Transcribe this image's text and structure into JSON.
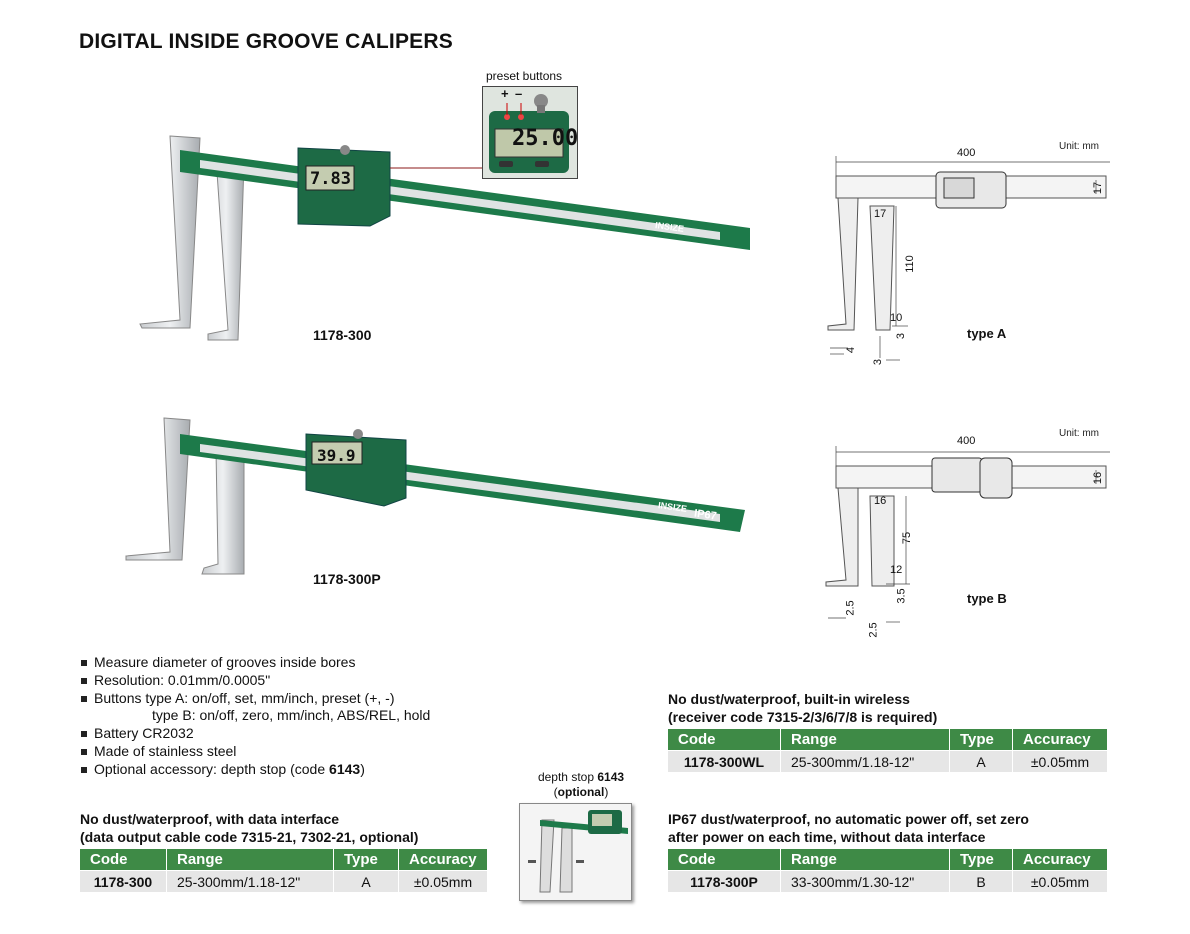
{
  "title": "DIGITAL INSIDE GROOVE CALIPERS",
  "preset_label": "preset buttons",
  "preset_plus": "+",
  "preset_minus": "–",
  "zoom_display": "25.00",
  "display_a": "7.83",
  "display_b": "39.9",
  "brand": "INSIZE",
  "ip67": "IP67",
  "model_a": "1178-300",
  "model_b": "1178-300P",
  "type_a_label": "type A",
  "type_b_label": "type B",
  "unit_a": "Unit: mm",
  "unit_b": "Unit: mm",
  "dims_a": {
    "length": "400",
    "jaw": "17",
    "depth": "110",
    "thick": "17",
    "tip": "10",
    "tip_h": "3",
    "t1": "4",
    "t2": "3"
  },
  "dims_b": {
    "length": "400",
    "jaw": "16",
    "depth": "75",
    "thick": "16",
    "tip": "12",
    "tip_h": "3.5",
    "t1": "2.5",
    "t2": "2.5"
  },
  "features": [
    "Measure diameter of grooves inside bores",
    "Resolution: 0.01mm/0.0005\"",
    "Buttons type A: on/off, set, mm/inch, preset (+, -)",
    "type B: on/off, zero, mm/inch, ABS/REL, hold",
    "Battery CR2032",
    "Made of stainless steel",
    "Optional accessory: depth stop (code "
  ],
  "accessory_code": "6143",
  "accessory_close": ")",
  "depth_stop": {
    "line1": "depth stop ",
    "code": "6143",
    "open": "(",
    "optional": "optional",
    "close": ")"
  },
  "section_1": {
    "line1": "No dust/waterproof, with data interface",
    "line2": "(data output cable code 7315-21, 7302-21, optional)"
  },
  "section_2": {
    "line1": "No dust/waterproof, built-in wireless",
    "line2": "(receiver code 7315-2/3/6/7/8 is required)"
  },
  "section_3": {
    "line1": "IP67 dust/waterproof, no automatic power off, set zero",
    "line2": "after power on each time, without data interface"
  },
  "table_headers": [
    "Code",
    "Range",
    "Type",
    "Accuracy"
  ],
  "table_1": {
    "code": "1178-300",
    "range": "25-300mm/1.18-12\"",
    "type": "A",
    "accuracy": "±0.05mm"
  },
  "table_2": {
    "code": "1178-300WL",
    "range": "25-300mm/1.18-12\"",
    "type": "A",
    "accuracy": "±0.05mm"
  },
  "table_3": {
    "code": "1178-300P",
    "range": "33-300mm/1.30-12\"",
    "type": "B",
    "accuracy": "±0.05mm"
  }
}
